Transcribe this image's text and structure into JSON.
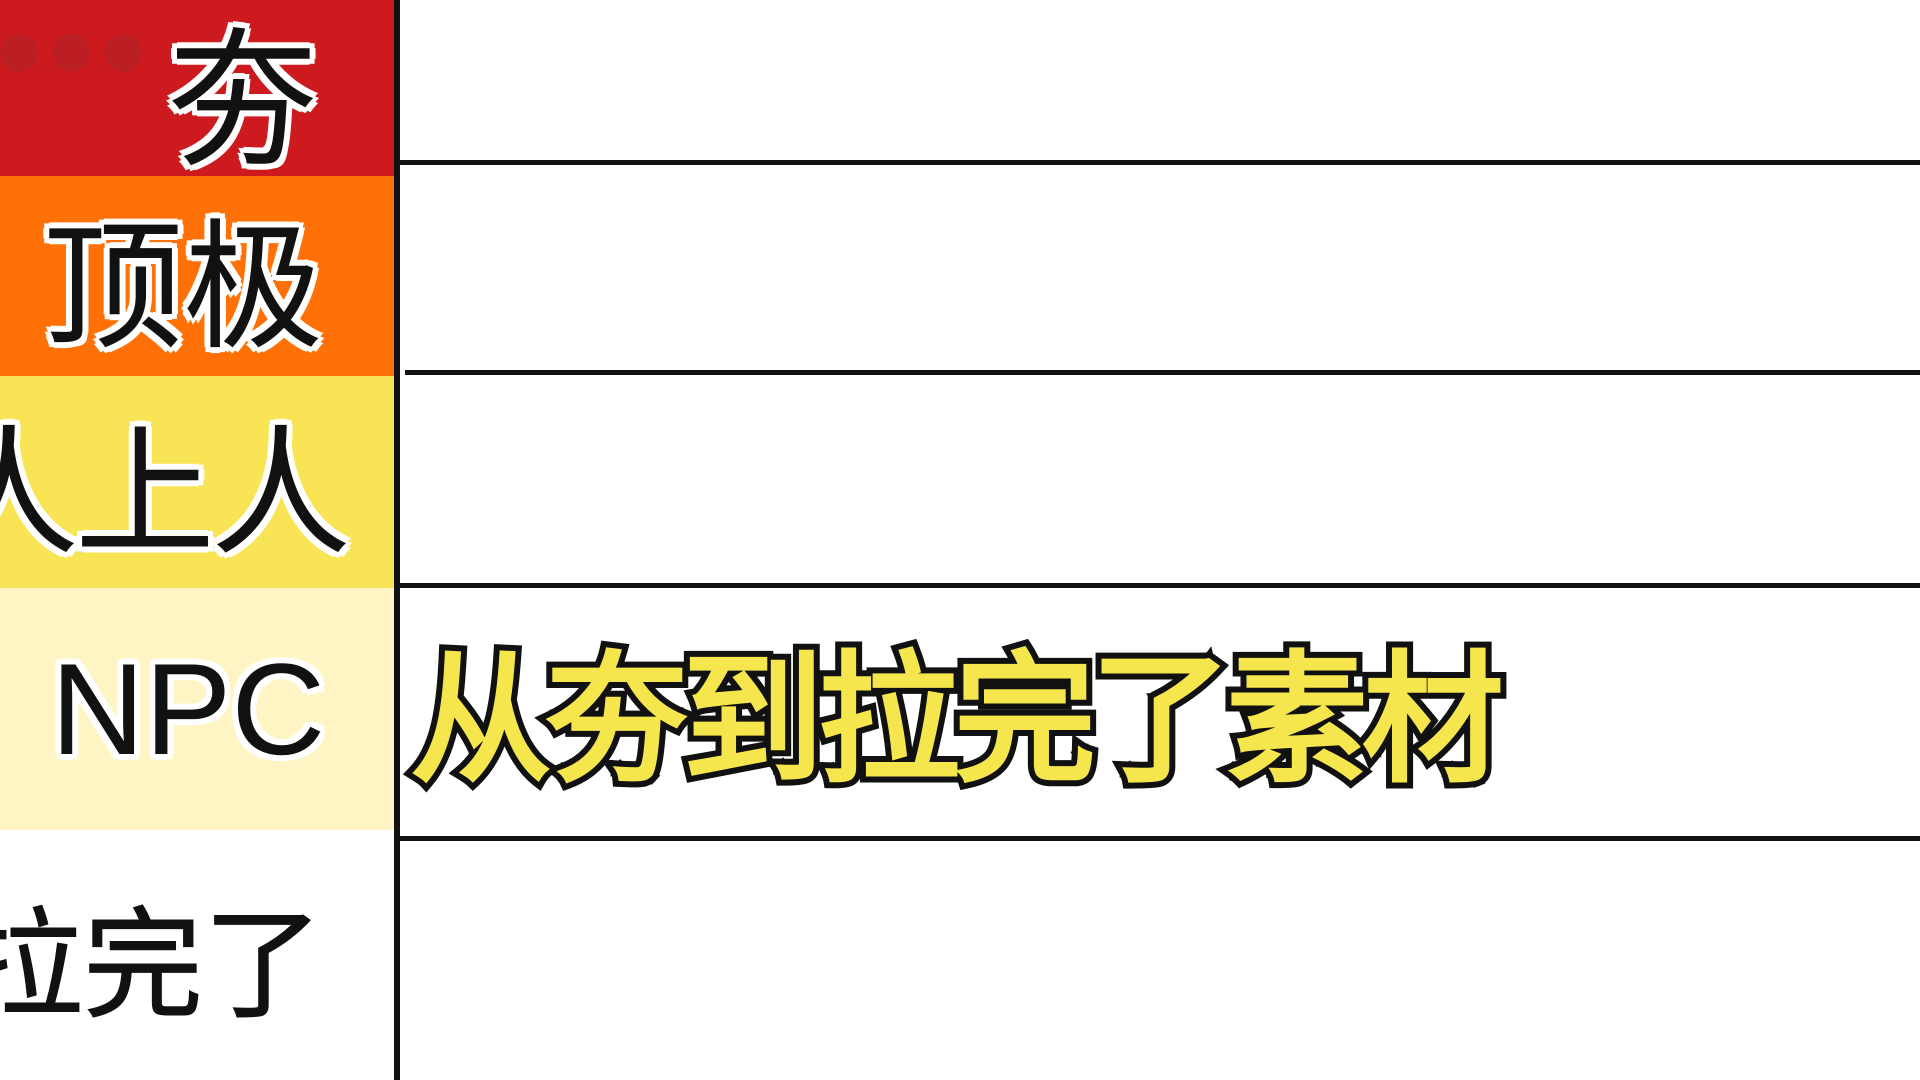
{
  "tiers": [
    {
      "label": "夯",
      "color": "#cc1a1f"
    },
    {
      "label": "顶极",
      "color": "#ff7106"
    },
    {
      "label": "人上人",
      "color": "#f9e456"
    },
    {
      "label": "NPC",
      "color": "#fff5c4"
    },
    {
      "label": "拉完了",
      "color": "#ffffff"
    }
  ],
  "caption": "从夯到拉完了素材",
  "caption_color": "#f6e64d"
}
